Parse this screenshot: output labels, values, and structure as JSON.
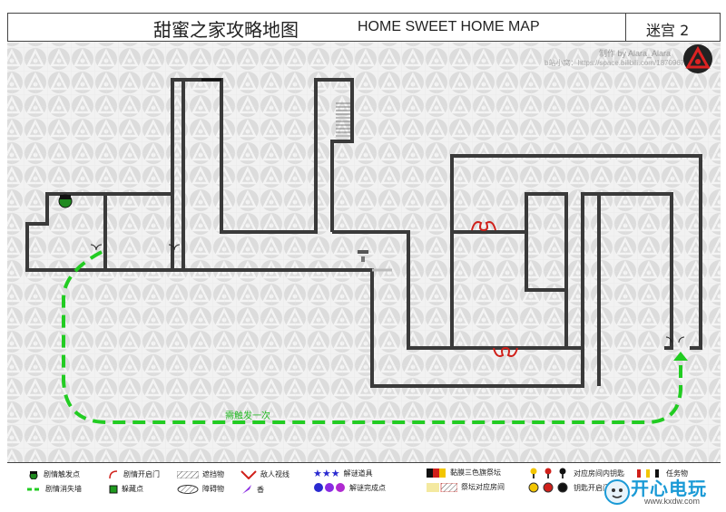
{
  "header": {
    "title_cn": "甜蜜之家攻略地图",
    "title_en": "HOME SWEET HOME MAP",
    "maze_label": "迷宫 2"
  },
  "credit": {
    "author": "制作 by Alara_Alara",
    "space": "b站小窝：https://space.bilibili.com/187096749"
  },
  "map": {
    "route_note": "需触发一次"
  },
  "legend": {
    "items": [
      {
        "label": "剧情触发点"
      },
      {
        "label": "剧情消失墙"
      },
      {
        "label": "剧情开启门"
      },
      {
        "label": "躲藏点"
      },
      {
        "label": "遮挡物"
      },
      {
        "label": "障碍物"
      },
      {
        "label": "敌人视线"
      },
      {
        "label": "香"
      },
      {
        "label": "解谜道具"
      },
      {
        "label": "解谜完成点"
      },
      {
        "label": "黏膜三色旗祭坛"
      },
      {
        "label": "祭坛对应房间"
      },
      {
        "label": "对应房间内钥匙"
      },
      {
        "label": "钥匙开启门"
      },
      {
        "label": "任务物"
      }
    ]
  },
  "watermark": {
    "site": "开心电玩",
    "url": "www.kxdw.com"
  },
  "colors": {
    "wall": "#3a3a3a",
    "route": "#22cc22",
    "door_red": "#d0201a",
    "bg_pattern": "#d6d6d6"
  }
}
